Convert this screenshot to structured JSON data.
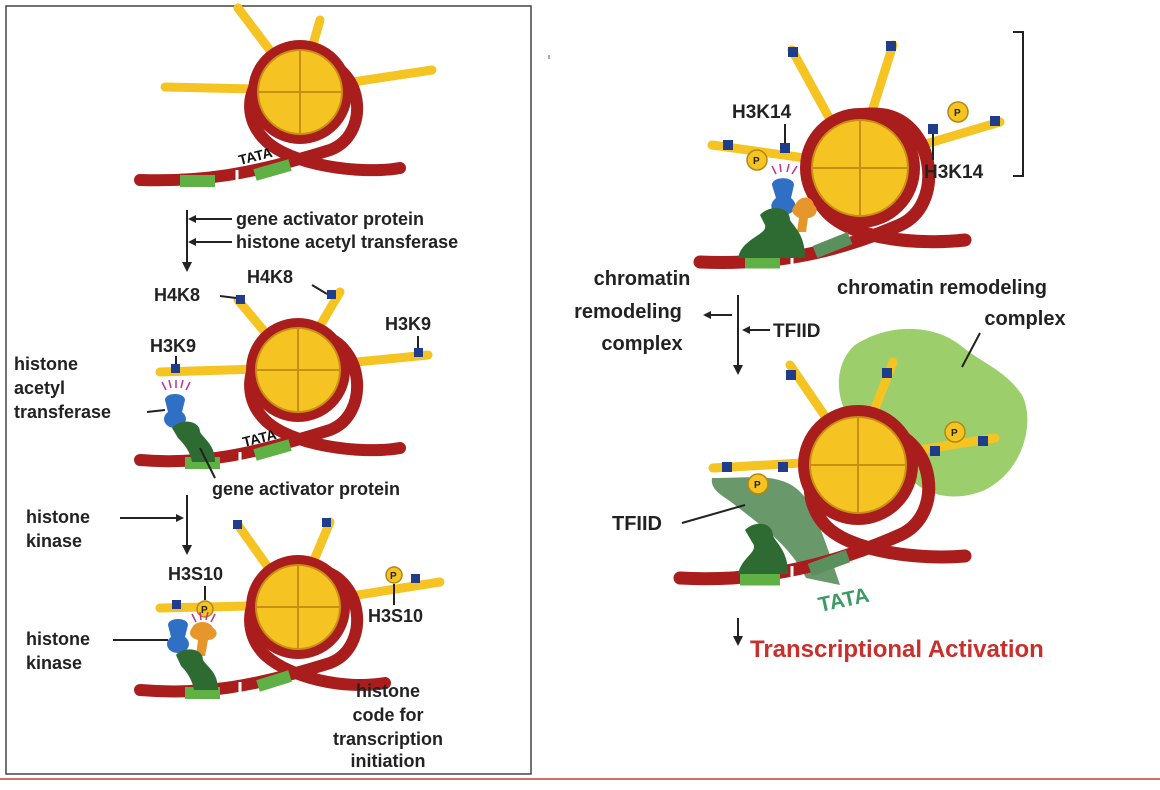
{
  "left_panel": {
    "step1_inputs": [
      "gene activator protein",
      "histone acetyl transferase"
    ],
    "tata": "TATA",
    "stage2": {
      "h4k8_a": "H4K8",
      "h4k8_b": "H4K8",
      "h3k9_right": "H3K9",
      "h3k9_left": "H3K9",
      "hat_label": [
        "histone",
        "acetyl",
        "transferase"
      ],
      "activator_label": "gene activator protein"
    },
    "step2_input": [
      "histone",
      "kinase"
    ],
    "stage3": {
      "h3s10_left": "H3S10",
      "h3s10_right": "H3S10",
      "kinase_label": [
        "histone",
        "kinase"
      ],
      "code_label": [
        "histone",
        "code for",
        "transcription",
        "initiation"
      ]
    }
  },
  "right_panel": {
    "stage1": {
      "h3k14_top": "H3K14",
      "h3k14_right": "H3K14"
    },
    "step_remodel_label": [
      "chromatin",
      "remodeling",
      "complex"
    ],
    "step_tfiid": "TFIID",
    "remodel_label": [
      "chromatin remodeling",
      "complex"
    ],
    "tfiid_label": "TFIID",
    "tata": "TATA",
    "result": "Transcriptional Activation"
  },
  "phospho_mark": "P",
  "colors": {
    "histone_yellow": "#f5c423",
    "dna_red": "#a91d1d",
    "dna_green": "#5fb045",
    "acetyl_blue": "#1f3d8a",
    "hat_blue": "#2f6fc4",
    "activator_green": "#2e6b33",
    "kinase_orange": "#e7962b",
    "remodeler_green": "#9ccf6c",
    "tfiid_green": "#5c8f5e",
    "accent_red": "#c8302c",
    "separator_red": "#c43a3a"
  }
}
